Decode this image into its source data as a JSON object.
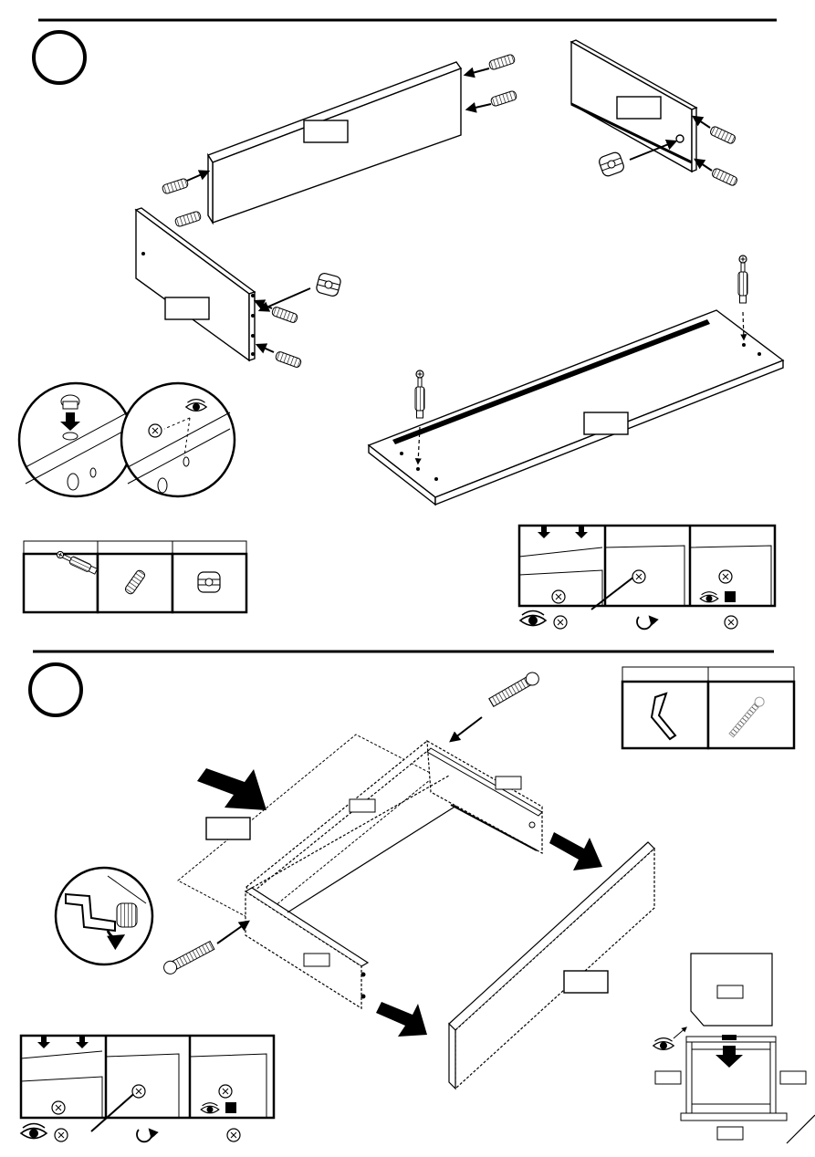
{
  "document": {
    "type": "assembly-instructions",
    "steps": [
      {
        "step_number": "",
        "parts": [
          "wooden-dowel",
          "cam-lock-bolt",
          "cam-lock-nut"
        ],
        "panel_labels": [
          "",
          "",
          "",
          ""
        ],
        "detail_circles": [
          "insert-cam-nut",
          "align-arrow-with-eye"
        ],
        "action_icons": [
          "eye-cam-icon",
          "rotate-clockwise-icon",
          "locked-cam-icon"
        ]
      },
      {
        "step_number": "",
        "parts": [
          "allen-key",
          "confirmat-screw"
        ],
        "panel_labels": [
          "",
          "",
          "",
          "",
          "",
          ""
        ],
        "detail_circles": [
          "allen-key-tighten"
        ],
        "action_icons": [
          "eye-cam-icon",
          "rotate-clockwise-icon",
          "locked-cam-icon"
        ],
        "overview_labels": [
          "",
          "",
          "",
          ""
        ]
      }
    ]
  }
}
